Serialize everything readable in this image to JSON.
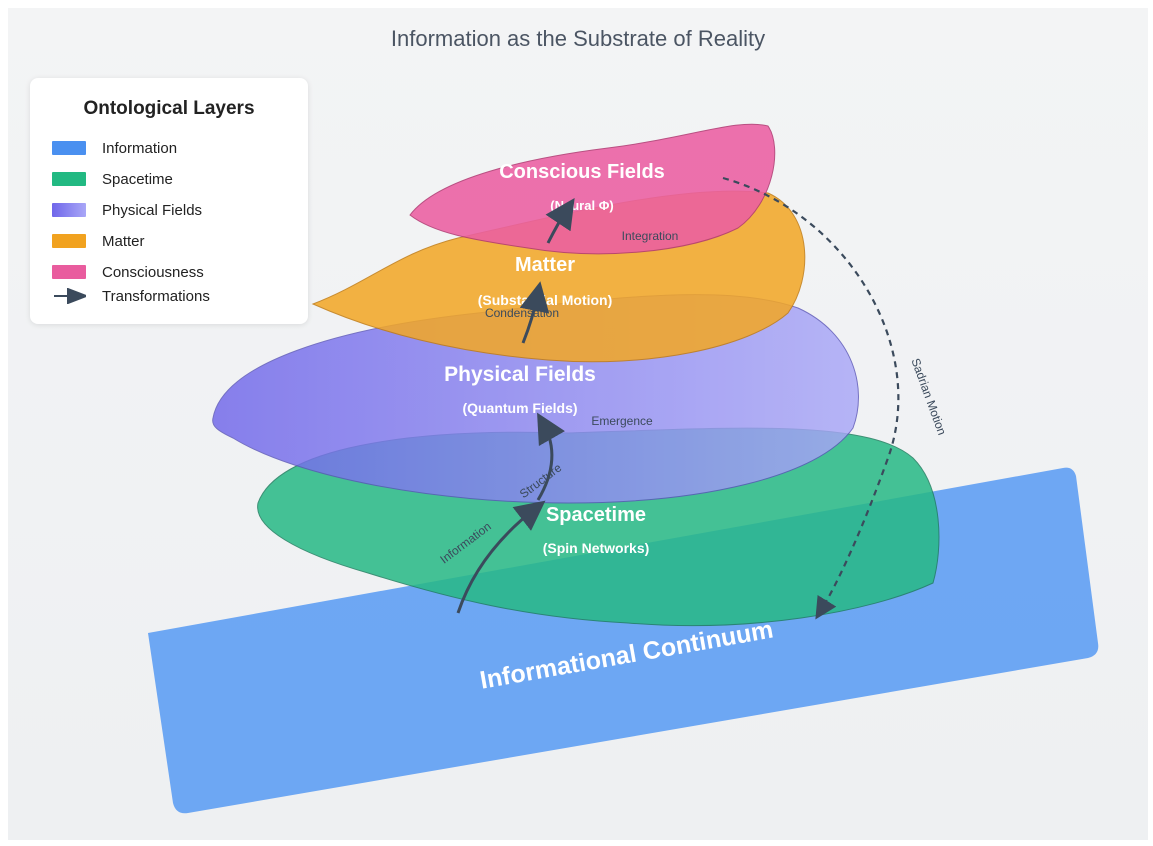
{
  "title": "Information as the Substrate of Reality",
  "legend": {
    "title": "Ontological Layers",
    "items": [
      {
        "label": "Information",
        "color": "#4a90f0"
      },
      {
        "label": "Spacetime",
        "color": "#22b982"
      },
      {
        "label": "Physical Fields",
        "color": "#7a74ec"
      },
      {
        "label": "Matter",
        "color": "#f1a21f"
      },
      {
        "label": "Consciousness",
        "color": "#e95c9e"
      },
      {
        "label": "Transformations",
        "icon": "arrow-icon"
      }
    ]
  },
  "layers": {
    "information": {
      "title": "Informational Continuum",
      "color": "#5b9cf2"
    },
    "spacetime": {
      "title": "Spacetime",
      "subtitle": "(Spin Networks)",
      "color": "#27b985"
    },
    "physical": {
      "title": "Physical Fields",
      "subtitle": "(Quantum Fields)",
      "color": "#7d78ee"
    },
    "matter": {
      "title": "Matter",
      "subtitle": "(Substantial Motion)",
      "color": "#f3a726"
    },
    "conscious": {
      "title": "Conscious Fields",
      "subtitle": "(Neural Φ)",
      "color": "#ec5fa2"
    }
  },
  "transformations": {
    "information": "Information",
    "structure": "Structure",
    "emergence": "Emergence",
    "condensation": "Condensation",
    "integration": "Integration",
    "sadrian": "Sadrian Motion"
  }
}
